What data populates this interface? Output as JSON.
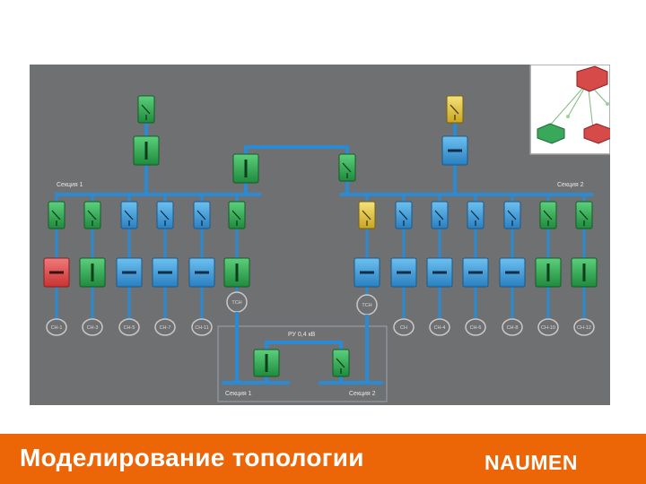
{
  "diagram": {
    "section_left": "Секция 1",
    "section_right": "Секция 2",
    "rp_title": "РУ 0,4 кВ",
    "rp_section_left": "Секция 1",
    "rp_section_right": "Секция 2",
    "transformer_left": "ТСН",
    "transformer_right": "ТСН",
    "consumers_left": [
      "CH-1",
      "CH-3",
      "CH-5",
      "CH-7",
      "CH-11"
    ],
    "consumers_right": [
      "CH",
      "CH-4",
      "CH-6",
      "CH-8",
      "CH-10",
      "CH-12"
    ]
  },
  "colors": {
    "green": "#2f9a4d",
    "blue": "#3a8fd0",
    "red": "#d84646",
    "yellow": "#e0c030"
  },
  "footer": {
    "title": "Моделирование топологии",
    "logo": "NAUMEN"
  }
}
